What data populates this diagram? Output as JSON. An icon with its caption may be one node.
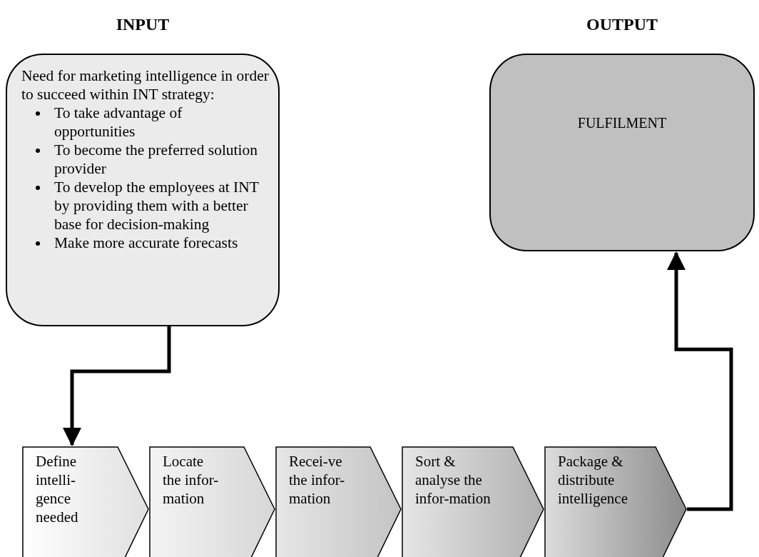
{
  "diagram": {
    "nodes": [
      {
        "text": [
          "INPUT",
          "Need for marketing intelligence in order to succeed within INT strategy:",
          "To take advantage of opportunities",
          "To become the preferred solution provider",
          "To develop the employees at INT by providing them with a better base for decision-making",
          "Make more accurate forecasts"
        ]
      },
      {
        "text": [
          "OUTPUT",
          "FULFILMENT"
        ]
      },
      {
        "text": [
          "Define intelli-gence needed"
        ]
      },
      {
        "text": [
          "Locate the infor-mation"
        ]
      },
      {
        "text": [
          "Recei-ve the infor-mation"
        ]
      },
      {
        "text": [
          "Sort & analyse the infor-mation"
        ]
      },
      {
        "text": [
          "Package & distribute intelligence"
        ]
      }
    ],
    "edges": [
      {
        "from": 0,
        "to": 2,
        "arrow": "to"
      },
      {
        "from": 6,
        "to": 1,
        "arrow": "to"
      }
    ]
  }
}
